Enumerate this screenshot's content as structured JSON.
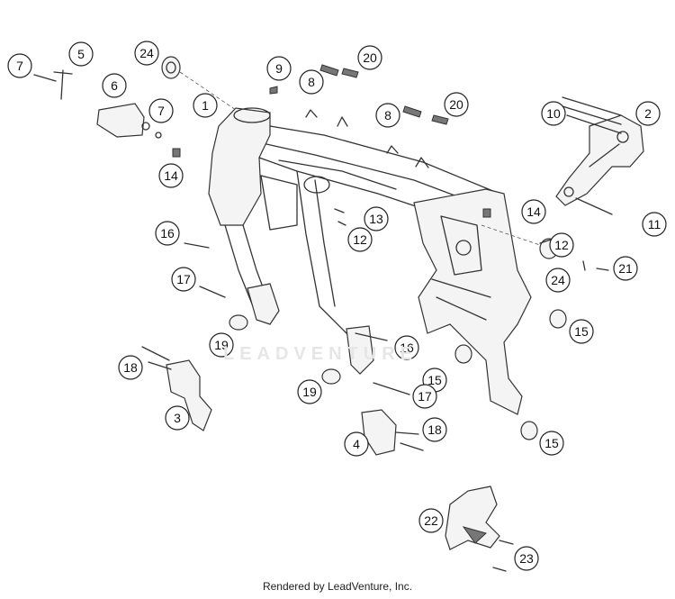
{
  "footer": {
    "text": "Rendered by LeadVenture, Inc."
  },
  "watermark": {
    "text": "LEADVENTURE"
  },
  "callouts": [
    {
      "id": "c7a",
      "label": "7"
    },
    {
      "id": "c5",
      "label": "5"
    },
    {
      "id": "c24a",
      "label": "24"
    },
    {
      "id": "c9",
      "label": "9"
    },
    {
      "id": "c20a",
      "label": "20"
    },
    {
      "id": "c8a",
      "label": "8"
    },
    {
      "id": "c6",
      "label": "6"
    },
    {
      "id": "c7b",
      "label": "7"
    },
    {
      "id": "c1",
      "label": "1"
    },
    {
      "id": "c8b",
      "label": "8"
    },
    {
      "id": "c20b",
      "label": "20"
    },
    {
      "id": "c10",
      "label": "10"
    },
    {
      "id": "c2",
      "label": "2"
    },
    {
      "id": "c14a",
      "label": "14"
    },
    {
      "id": "c13",
      "label": "13"
    },
    {
      "id": "c12a",
      "label": "12"
    },
    {
      "id": "c14b",
      "label": "14"
    },
    {
      "id": "c11",
      "label": "11"
    },
    {
      "id": "c16a",
      "label": "16"
    },
    {
      "id": "c12b",
      "label": "12"
    },
    {
      "id": "c21",
      "label": "21"
    },
    {
      "id": "c24b",
      "label": "24"
    },
    {
      "id": "c17a",
      "label": "17"
    },
    {
      "id": "c15a",
      "label": "15"
    },
    {
      "id": "c19a",
      "label": "19"
    },
    {
      "id": "c16b",
      "label": "16"
    },
    {
      "id": "c18a",
      "label": "18"
    },
    {
      "id": "c15b",
      "label": "15"
    },
    {
      "id": "c19b",
      "label": "19"
    },
    {
      "id": "c17b",
      "label": "17"
    },
    {
      "id": "c3",
      "label": "3"
    },
    {
      "id": "c18b",
      "label": "18"
    },
    {
      "id": "c4",
      "label": "4"
    },
    {
      "id": "c15c",
      "label": "15"
    },
    {
      "id": "c22",
      "label": "22"
    },
    {
      "id": "c23",
      "label": "23"
    }
  ]
}
